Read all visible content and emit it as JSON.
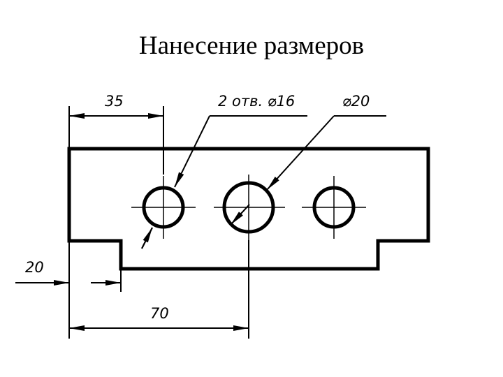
{
  "slide": {
    "title": "Нанесение размеров"
  },
  "drawing": {
    "dimension_35": "35",
    "dimension_holes": "2 отв. ⌀16",
    "dimension_d20": "⌀20",
    "dimension_20": "20",
    "dimension_70": "70"
  },
  "colors": {
    "ink": "#000000",
    "background": "#ffffff"
  }
}
